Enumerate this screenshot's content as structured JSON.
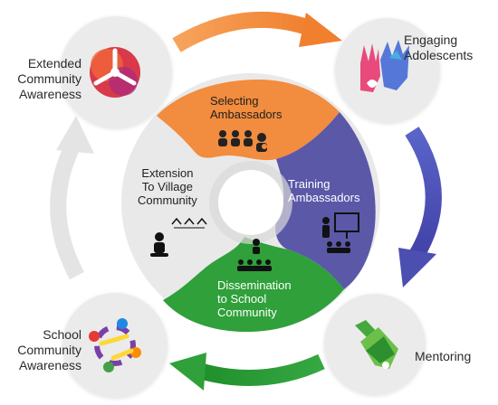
{
  "diagram": {
    "corners": [
      {
        "key": "engaging",
        "label": "Engaging\nAdolescents"
      },
      {
        "key": "mentoring",
        "label": "Mentoring"
      },
      {
        "key": "school",
        "label": "School\nCommunity\nAwareness"
      },
      {
        "key": "extended",
        "label": "Extended\nCommunity\nAwareness"
      }
    ],
    "segments": [
      {
        "key": "selecting",
        "label": "Selecting\nAmbassadors",
        "color": "#F28C3E"
      },
      {
        "key": "training",
        "label": "Training\nAmbassadors",
        "color": "#5B58A8"
      },
      {
        "key": "dissemination",
        "label": "Dissemination\nto School\nCommunity",
        "color": "#2FA03A"
      },
      {
        "key": "extension",
        "label": "Extension\nTo Village\nCommunity",
        "color": "#E9E9E9"
      }
    ],
    "arrow_colors": {
      "top": "#F28C3E",
      "right": "#4A4FB0",
      "bottom": "#2FA03A",
      "left": "#E4E4E4"
    }
  }
}
